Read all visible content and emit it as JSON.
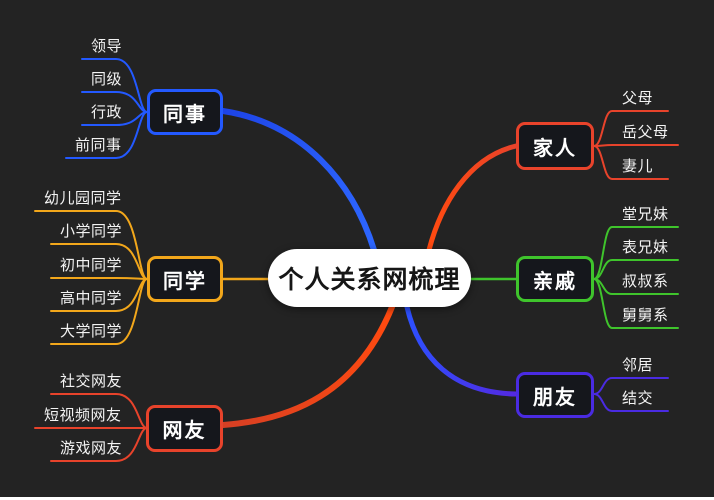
{
  "canvas": {
    "background": "#232323",
    "bottom_strip_color": "#ffffff"
  },
  "center": {
    "label": "个人关系网梳理",
    "fill": "#ffffff",
    "text_color": "#161616"
  },
  "branches": [
    {
      "id": "colleagues",
      "label": "同事",
      "color": "#2359ff",
      "link": {
        "start": "#1d43e6",
        "end": "#2d66ff"
      },
      "children": [
        "领导",
        "同级",
        "行政",
        "前同事"
      ]
    },
    {
      "id": "classmates",
      "label": "同学",
      "color": "#f2a71b",
      "link": {
        "start": "#f2a71b",
        "end": "#f2a71b"
      },
      "children": [
        "幼儿园同学",
        "小学同学",
        "初中同学",
        "高中同学",
        "大学同学"
      ]
    },
    {
      "id": "net-friends",
      "label": "网友",
      "color": "#e8432b",
      "link": {
        "start": "#d63f24",
        "end": "#ff4a10"
      },
      "children": [
        "社交网友",
        "短视频网友",
        "游戏网友"
      ]
    },
    {
      "id": "family",
      "label": "家人",
      "color": "#e8432b",
      "link": {
        "start": "#ff4a10",
        "end": "#e8432b"
      },
      "children": [
        "父母",
        "岳父母",
        "妻儿"
      ]
    },
    {
      "id": "relatives",
      "label": "亲戚",
      "color": "#3fc42c",
      "link": {
        "start": "#3fc42c",
        "end": "#3fc42c"
      },
      "children": [
        "堂兄妹",
        "表兄妹",
        "叔叔系",
        "舅舅系"
      ]
    },
    {
      "id": "friends",
      "label": "朋友",
      "color": "#4a2be2",
      "link": {
        "start": "#2d50ff",
        "end": "#5429e0"
      },
      "children": [
        "邻居",
        "结交"
      ]
    }
  ]
}
